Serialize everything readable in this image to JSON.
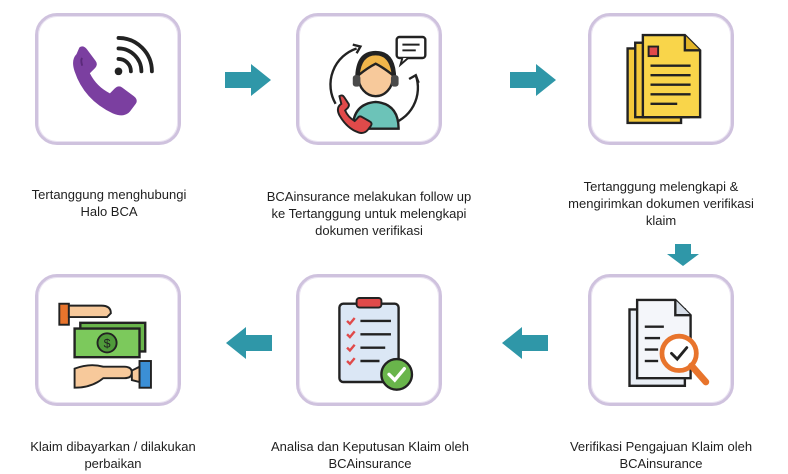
{
  "steps": [
    {
      "caption": "Tertanggung menghubungi Halo BCA",
      "icon": "phone-call-icon"
    },
    {
      "caption": "BCAinsurance melakukan follow up ke Tertanggung untuk melengkapi dokumen verifikasi",
      "icon": "customer-service-agent-icon"
    },
    {
      "caption": "Tertanggung melengkapi & mengirimkan dokumen verifikasi klaim",
      "icon": "documents-icon"
    },
    {
      "caption": "Verifikasi Pengajuan Klaim oleh BCAinsurance",
      "icon": "document-magnifier-icon"
    },
    {
      "caption": "Analisa dan Keputusan Klaim oleh BCAinsurance",
      "icon": "checklist-approved-icon"
    },
    {
      "caption": "Klaim dibayarkan / dilakukan perbaikan",
      "icon": "payment-hand-icon"
    }
  ],
  "colors": {
    "card_border": "#cfc2de",
    "arrow": "#2f97a8",
    "phone": "#7b3fa0"
  }
}
